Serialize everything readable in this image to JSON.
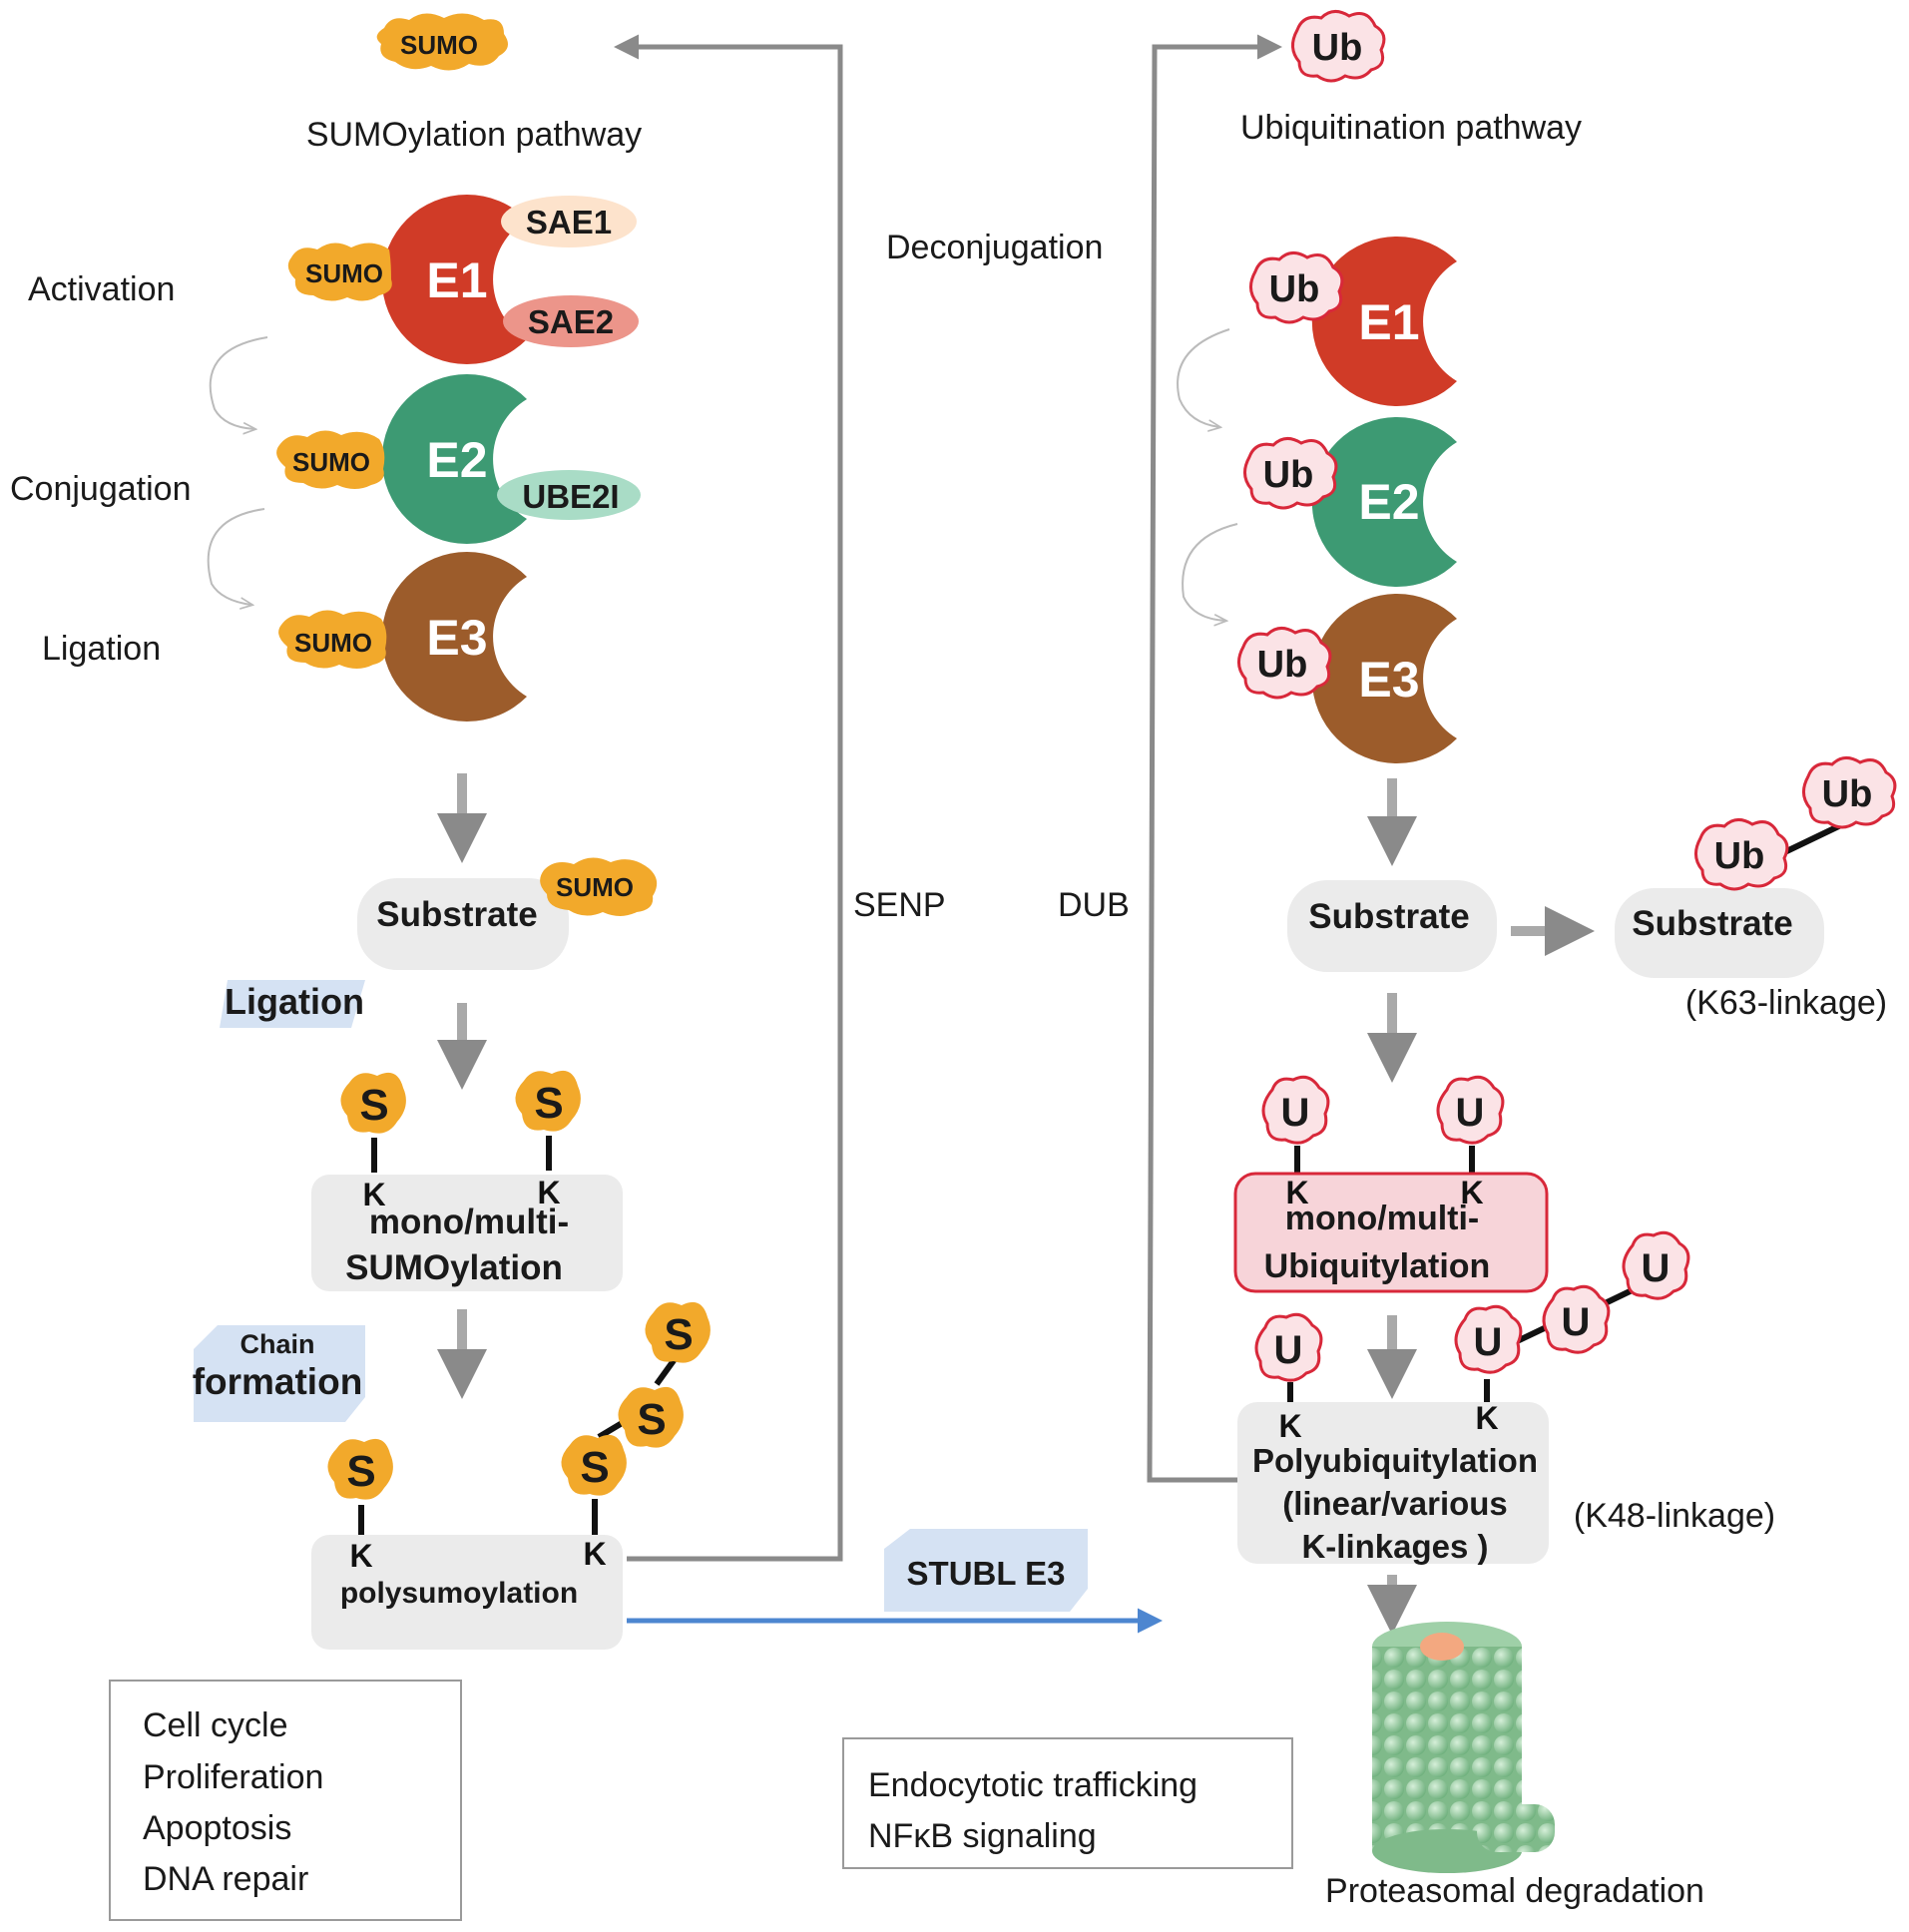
{
  "sumo_pathway": {
    "top_tag": "SUMO",
    "title": "SUMOylation pathway",
    "steps": {
      "activation": "Activation",
      "conjugation": "Conjugation",
      "ligation": "Ligation"
    },
    "enzymes": {
      "e1": "E1",
      "e2": "E2",
      "e3": "E3"
    },
    "subunits": {
      "sae1": "SAE1",
      "sae2": "SAE2",
      "ube2i": "UBE2I"
    },
    "sumo_tag": "SUMO",
    "substrate": "Substrate",
    "substrate_tag": "SUMO",
    "ligation_tag": "Ligation",
    "chain_tag_line1": "Chain",
    "chain_tag_line2": "formation",
    "s_symbol": "S",
    "k_symbol": "K",
    "mono_line1": "mono/multi-",
    "mono_line2": "SUMOylation",
    "poly": "polysumoylation",
    "functions": [
      "Cell cycle",
      "Proliferation",
      "Apoptosis",
      "DNA repair"
    ]
  },
  "middle": {
    "deconjugation": "Deconjugation",
    "senp": "SENP",
    "dub": "DUB",
    "stubl": "STUBL E3"
  },
  "ub_pathway": {
    "top_tag": "Ub",
    "title": "Ubiquitination pathway",
    "enzymes": {
      "e1": "E1",
      "e2": "E2",
      "e3": "E3"
    },
    "ub_tag": "Ub",
    "substrate": "Substrate",
    "substrate_k63": "Substrate",
    "k63": "(K63-linkage)",
    "u_symbol": "U",
    "k_symbol": "K",
    "mono_line1": "mono/multi-",
    "mono_line2": "Ubiquitylation",
    "poly_line1": "Polyubiquitylation",
    "poly_line2": "(linear/various",
    "poly_line3": "K-linkages )",
    "k48": "(K48-linkage)",
    "functions": [
      "Endocytotic trafficking",
      "NFκB signaling"
    ],
    "degradation": "Proteasomal degradation"
  },
  "colors": {
    "sumo": "#f2a92b",
    "e1": "#d03b27",
    "e2": "#3d9a73",
    "e3": "#9c5c2b",
    "sae1": "#fde3cc",
    "sae2": "#ec958a",
    "ube2i": "#a9dcc6",
    "ub_fill": "#fbe3e6",
    "ub_stroke": "#d8283a",
    "grey_box": "#ebebeb",
    "tag_blue": "#d5e2f3",
    "pink_box": "#f7d4d9",
    "arrow_grey": "#a9a9a9",
    "line_grey": "#8a8a8a",
    "blue_arrow": "#4d86d0",
    "proteasome": "#8fc79a"
  }
}
